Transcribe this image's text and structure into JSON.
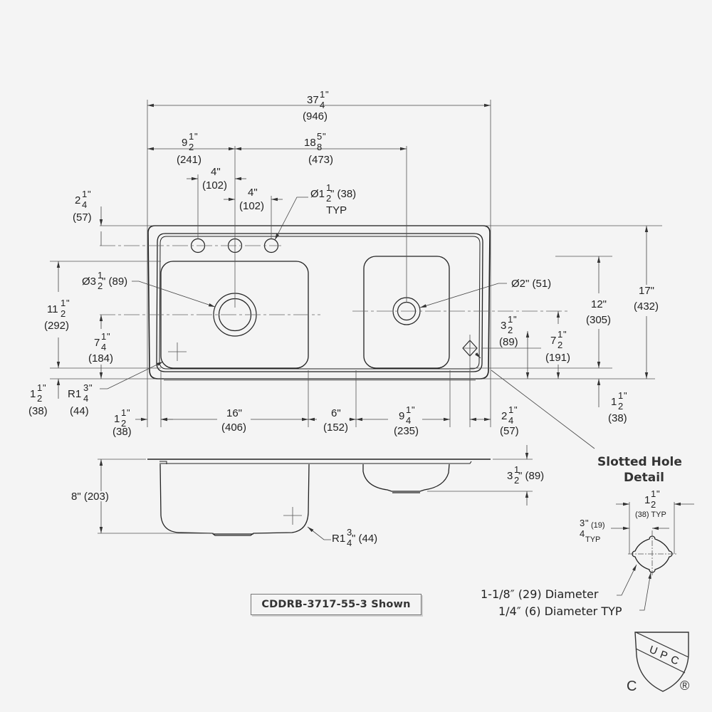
{
  "drawing": {
    "subject": "Double bowl drop-in kitchen sink dimension drawing",
    "model_label": "CDDRB-3717-55-3 Shown",
    "colors": {
      "background": "#f4f4f4",
      "line": "#222222",
      "dimension": "#444444"
    }
  },
  "top_view": {
    "overall_width": {
      "whole": "37",
      "num": "1",
      "den": "4",
      "metric": "(946)"
    },
    "faucet_to_left_bowl_center": {
      "whole": "9",
      "num": "1",
      "den": "2",
      "metric": "(241)"
    },
    "bowl_center_spacing": {
      "whole": "18",
      "num": "5",
      "den": "8",
      "metric": "(473)"
    },
    "faucet_spacing_1": {
      "label": "4\"",
      "metric": "(102)"
    },
    "faucet_spacing_2": {
      "label": "4\"",
      "metric": "(102)"
    },
    "faucet_hole": {
      "prefix": "Ø1",
      "num": "1",
      "den": "2",
      "metric": "\" (38)",
      "typ": "TYP"
    },
    "faucet_setback": {
      "whole": "2",
      "num": "1",
      "den": "4",
      "metric": "(57)"
    },
    "left_drain": {
      "prefix": "Ø3",
      "num": "1",
      "den": "2",
      "metric": "\" (89)"
    },
    "right_drain": {
      "label": "Ø2\" (51)"
    },
    "left_bowl_length": {
      "whole": "11",
      "num": "1",
      "den": "2",
      "metric": "(292)"
    },
    "left_drain_from_front": {
      "whole": "7",
      "num": "1",
      "den": "4",
      "metric": "(184)"
    },
    "front_ledge": {
      "whole": "1",
      "num": "1",
      "den": "2",
      "metric": "(38)"
    },
    "corner_radius": {
      "prefix": "R1",
      "num": "3",
      "den": "4",
      "metric": "(44)"
    },
    "right_bowl_length": {
      "label": "12\"",
      "metric": "(305)"
    },
    "overall_depth": {
      "label": "17\"",
      "metric": "(432)"
    },
    "slotted_hole_from_front": {
      "whole": "3",
      "num": "1",
      "den": "2",
      "metric": "(89)"
    },
    "right_drain_from_front": {
      "whole": "7",
      "num": "1",
      "den": "2",
      "metric": "(191)"
    },
    "right_front_ledge": {
      "whole": "1",
      "num": "1",
      "den": "2",
      "metric": "(38)"
    },
    "left_side_ledge": {
      "whole": "1",
      "num": "1",
      "den": "2",
      "metric": "(38)"
    },
    "left_bowl_width": {
      "label": "16\"",
      "metric": "(406)"
    },
    "divider_width": {
      "label": "6\"",
      "metric": "(152)"
    },
    "right_bowl_width": {
      "whole": "9",
      "num": "1",
      "den": "4",
      "metric": "(235)"
    },
    "right_side_ledge": {
      "whole": "2",
      "num": "1",
      "den": "4",
      "metric": "(57)"
    }
  },
  "front_view": {
    "left_bowl_depth": {
      "label": "8\" (203)"
    },
    "right_bowl_depth": {
      "whole": "3",
      "num": "1",
      "den": "2",
      "metric": "\" (89)"
    },
    "bottom_radius": {
      "prefix": "R1",
      "num": "3",
      "den": "4",
      "metric": "\" (44)"
    }
  },
  "slotted_hole_detail": {
    "title_line1": "Slotted Hole",
    "title_line2": "Detail",
    "slot_span": {
      "whole": "1",
      "num": "1",
      "den": "2",
      "metric": "(38) TYP"
    },
    "slot_offset": {
      "num": "3",
      "den": "4",
      "metric": "(19)",
      "typ": "TYP"
    },
    "hole_diameter_note": "1-1/8″ (29) Diameter",
    "slot_diameter_note": "1/4″ (6) Diameter TYP"
  },
  "certification": {
    "mark_text": "UPC",
    "letters": [
      "U",
      "P",
      "C"
    ],
    "left_mark": "C",
    "right_mark": "®"
  }
}
